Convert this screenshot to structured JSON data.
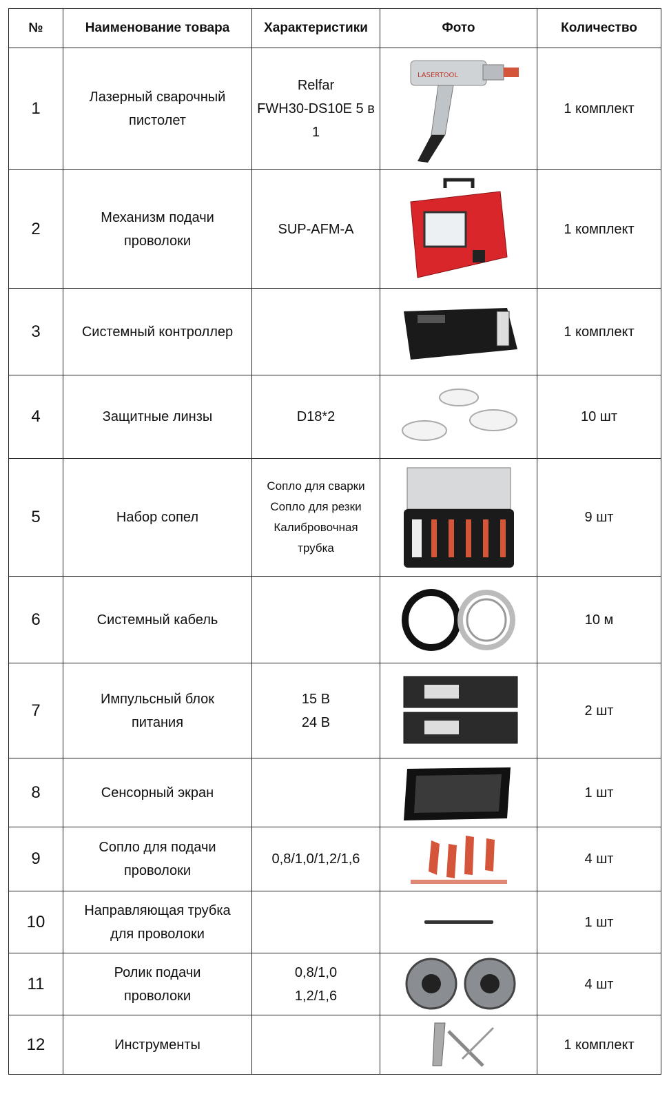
{
  "headers": {
    "num": "№",
    "name": "Наименование товара",
    "spec": "Характеристики",
    "photo": "Фото",
    "qty": "Количество"
  },
  "rows": [
    {
      "num": "1",
      "name": [
        "Лазерный сварочный",
        "пистолет"
      ],
      "spec": [
        "Relfar",
        "FWH30-DS10E 5 в 1"
      ],
      "qty": "1 комплект",
      "photo_icon": "laser-welding-gun-icon",
      "photo_brand": "LASERTOOL"
    },
    {
      "num": "2",
      "name": [
        "Механизм подачи",
        "проволоки"
      ],
      "spec": [
        "SUP-AFM-A"
      ],
      "qty": "1 комплект",
      "photo_icon": "wire-feeder-icon"
    },
    {
      "num": "3",
      "name": [
        "Системный контроллер"
      ],
      "spec": [],
      "qty": "1 комплект",
      "photo_icon": "controller-board-icon"
    },
    {
      "num": "4",
      "name": [
        "Защитные линзы"
      ],
      "spec": [
        "D18*2"
      ],
      "qty": "10 шт",
      "photo_icon": "protective-lens-icon"
    },
    {
      "num": "5",
      "name": [
        "Набор сопел"
      ],
      "spec": [
        "Сопло для сварки",
        "Сопло для резки",
        "Калибровочная трубка"
      ],
      "qty": "9 шт",
      "photo_icon": "nozzle-case-icon"
    },
    {
      "num": "6",
      "name": [
        "Системный кабель"
      ],
      "spec": [],
      "qty": "10 м",
      "photo_icon": "cable-coil-icon"
    },
    {
      "num": "7",
      "name": [
        "Импульсный блок",
        "питания"
      ],
      "spec": [
        "15 В",
        "24 В"
      ],
      "qty": "2 шт",
      "photo_icon": "power-supply-icon"
    },
    {
      "num": "8",
      "name": [
        "Сенсорный экран"
      ],
      "spec": [],
      "qty": "1 шт",
      "photo_icon": "touch-screen-icon"
    },
    {
      "num": "9",
      "name": [
        "Сопло для подачи",
        "проволоки"
      ],
      "spec": [
        "0,8/1,0/1,2/1,6"
      ],
      "qty": "4 шт",
      "photo_icon": "wire-nozzle-icon"
    },
    {
      "num": "10",
      "name": [
        "Направляющая трубка",
        "для проволоки"
      ],
      "spec": [],
      "qty": "1 шт",
      "photo_icon": "guide-tube-icon"
    },
    {
      "num": "11",
      "name": [
        "Ролик подачи",
        "проволоки"
      ],
      "spec": [
        "0,8/1,0",
        "1,2/1,6"
      ],
      "qty": "4 шт",
      "photo_icon": "feed-roller-icon"
    },
    {
      "num": "12",
      "name": [
        "Инструменты"
      ],
      "spec": [],
      "qty": "1 комплект",
      "photo_icon": "tools-icon"
    }
  ],
  "colors": {
    "red_device": "#d9262b",
    "copper": "#d4553a",
    "border": "#222222"
  }
}
